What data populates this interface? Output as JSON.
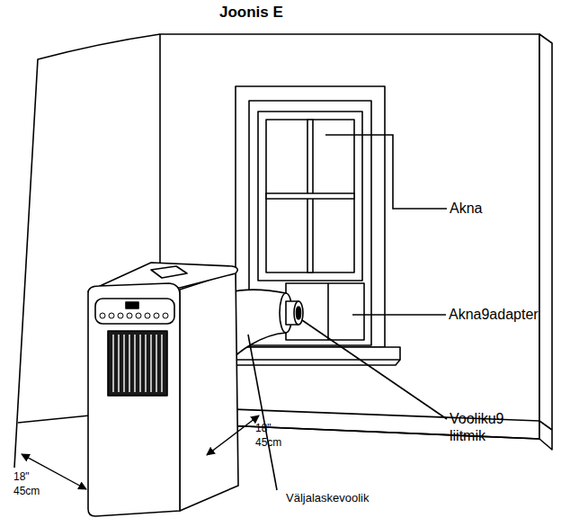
{
  "diagram": {
    "title": "Joonis E",
    "labels": [
      "Akna",
      "Akna9adapter",
      "Vooliku9 liitmik",
      "18\" 45cm",
      "18\" 45cm",
      "Väljalaskevoolik"
    ]
  }
}
